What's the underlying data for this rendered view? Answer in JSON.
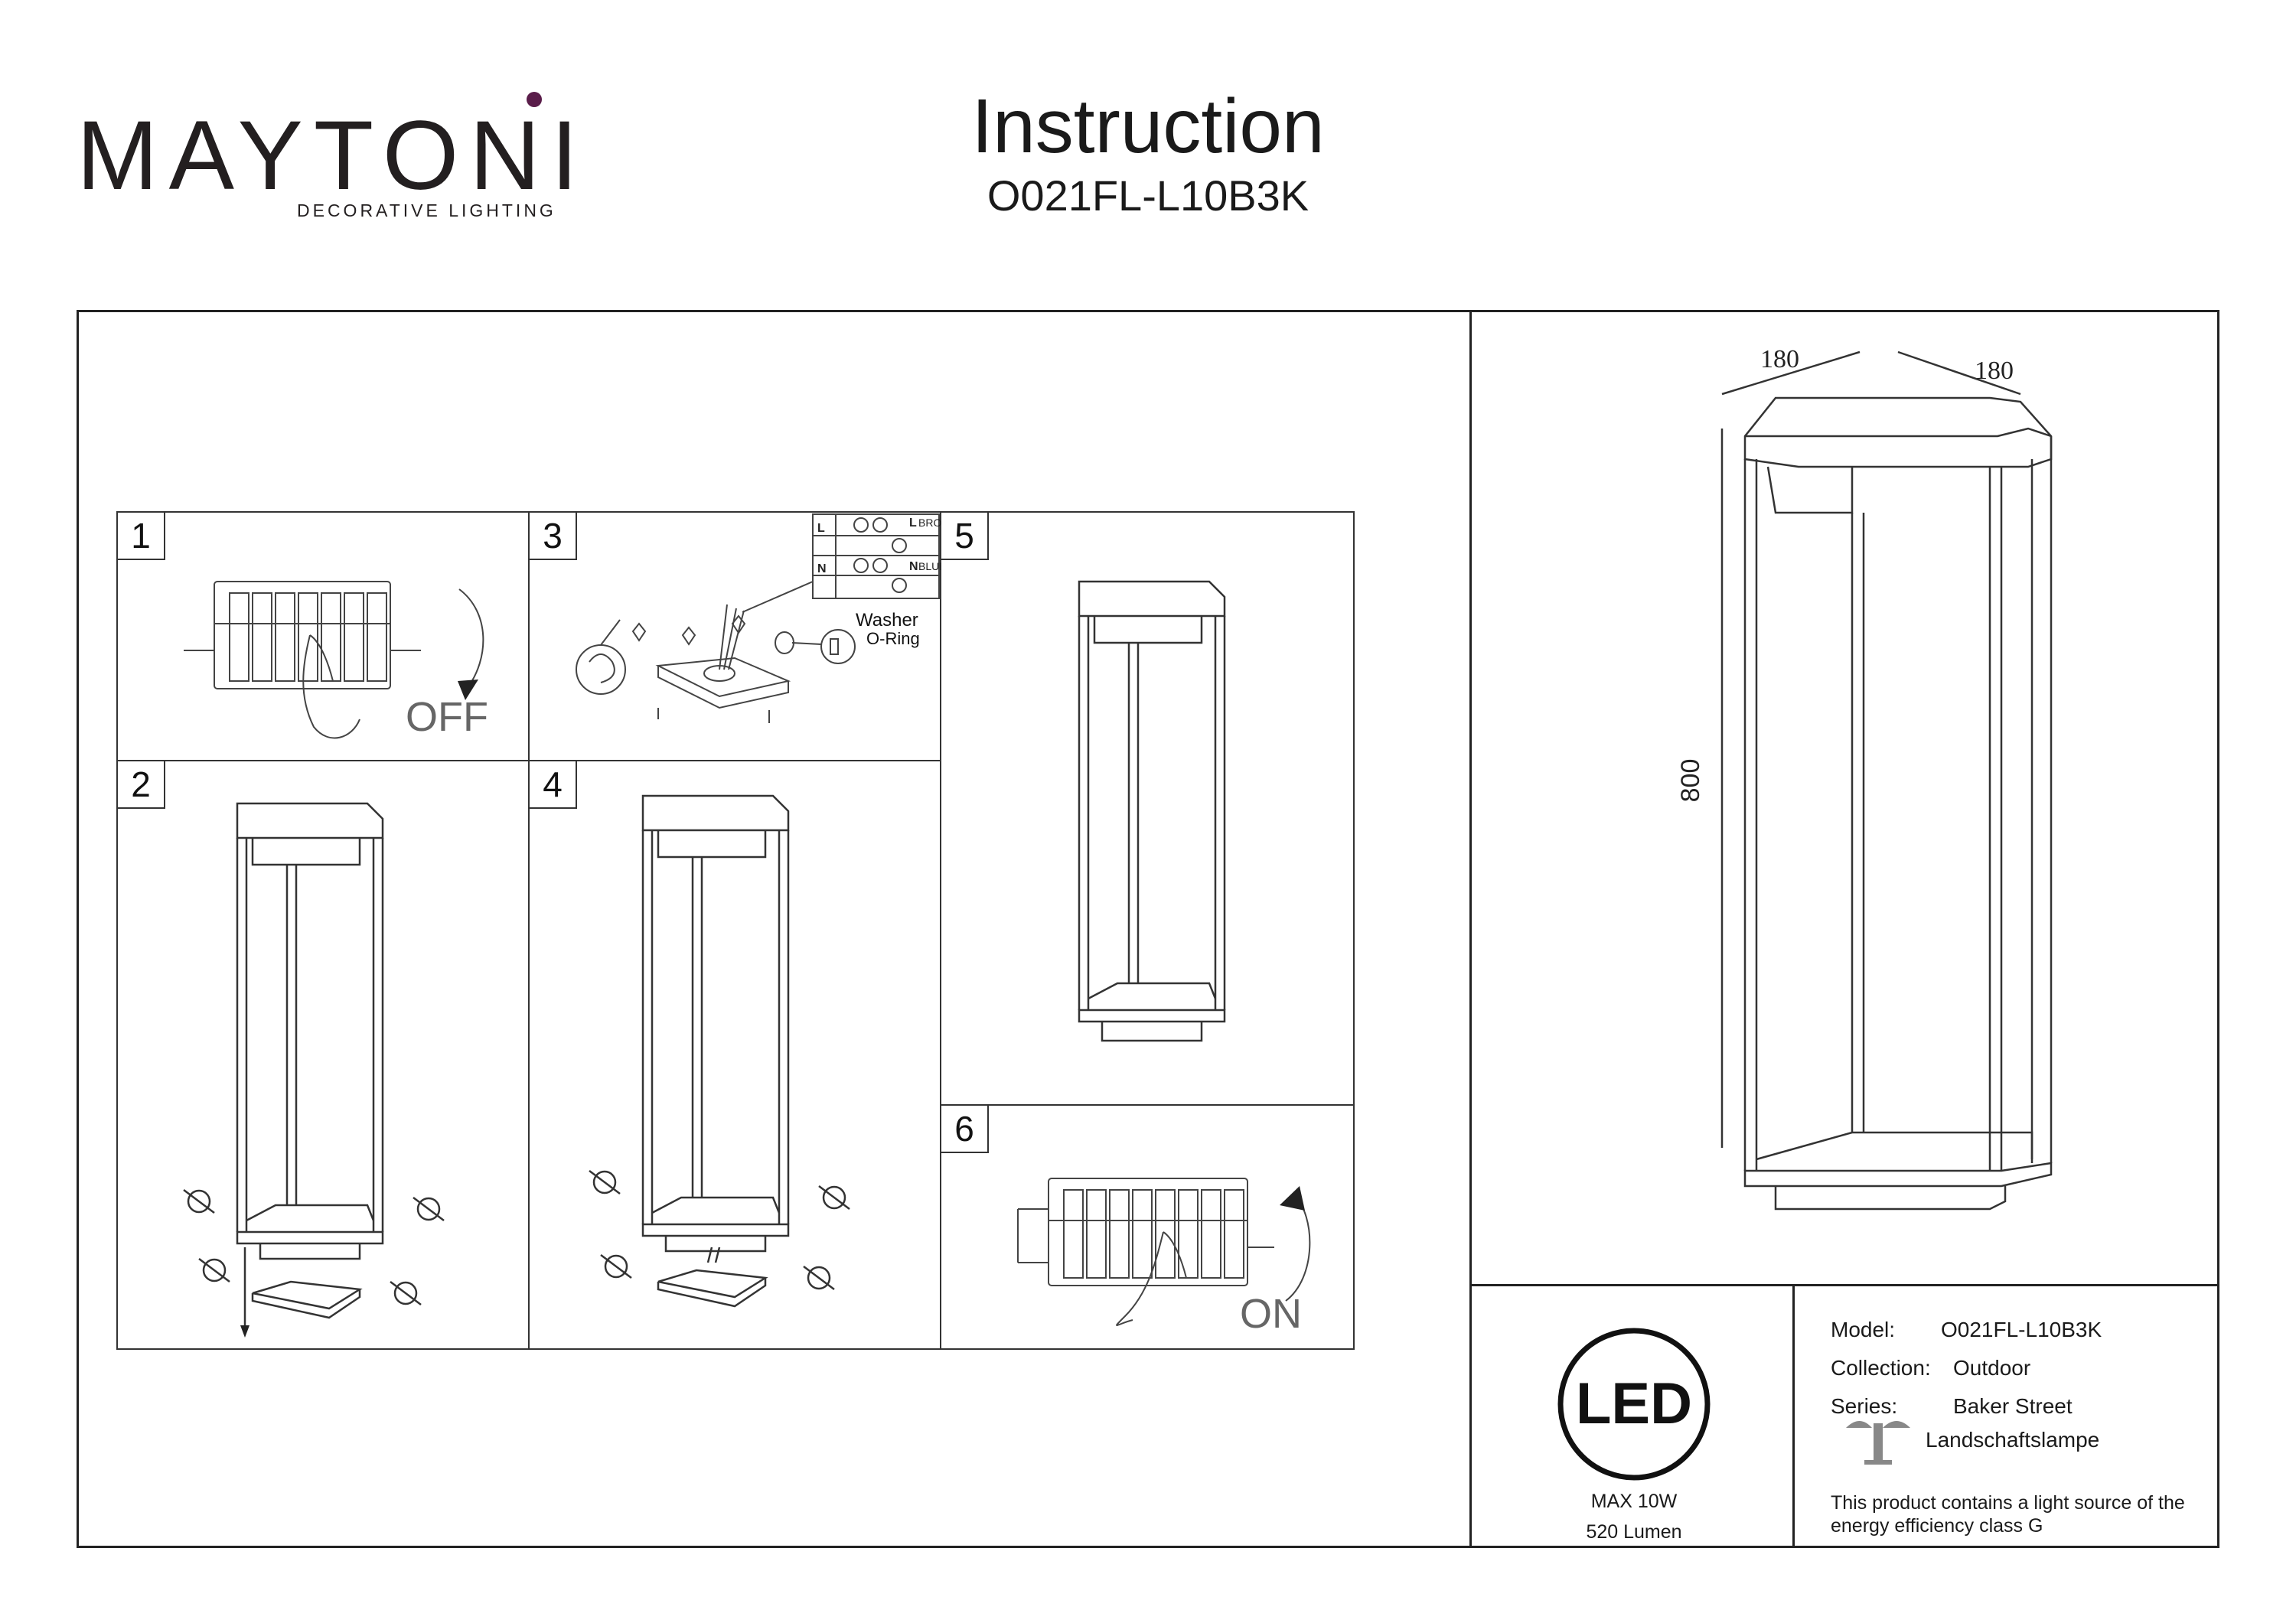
{
  "header": {
    "brand_name": "MAYTONI",
    "brand_tagline": "DECORATIVE LIGHTING",
    "title": "Instruction",
    "model_code": "O021FL-L10B3K"
  },
  "steps": {
    "s1": "1",
    "s2": "2",
    "s3": "3",
    "s4": "4",
    "s5": "5",
    "s6": "6"
  },
  "step_labels": {
    "off": "OFF",
    "on": "ON",
    "wire_l": "L",
    "wire_n": "N",
    "brown": "BROWN",
    "blue": "BLUE",
    "washer": "Washer",
    "o_ring": "O-Ring"
  },
  "dimensions": {
    "width": "180",
    "depth": "180",
    "height": "800"
  },
  "specs": {
    "led_badge": "LED",
    "max_power": "MAX 10W",
    "lumen": "520 Lumen",
    "model_label": "Model:",
    "model_value": "O021FL-L10B3K",
    "collection_label": "Collection:",
    "collection_value": "Outdoor",
    "series_label": "Series:",
    "series_value": "Baker Street",
    "type_value": "Landschaftslampe",
    "energy_note_line1": "This product contains a light source of the",
    "energy_note_line2": "energy efficiency class G"
  },
  "colors": {
    "brand_accent": "#5a1d4a",
    "line": "#333333"
  }
}
